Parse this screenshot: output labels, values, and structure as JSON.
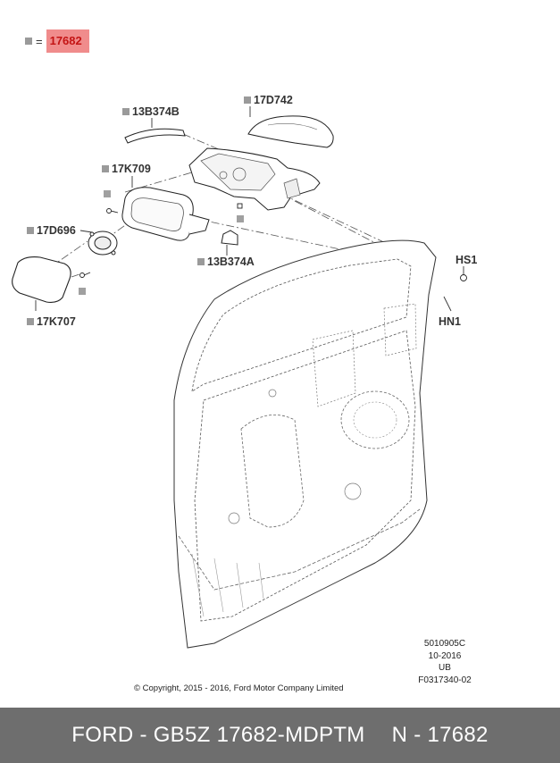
{
  "legend": {
    "equals": "=",
    "highlighted_part": "17682"
  },
  "callouts": {
    "c_13B374B": "13B374B",
    "c_17D742": "17D742",
    "c_17K709": "17K709",
    "c_17D696": "17D696",
    "c_13B374A": "13B374A",
    "c_17K707": "17K707",
    "c_HS1": "HS1",
    "c_HN1": "HN1"
  },
  "drawing_code": {
    "line1": "5010905C",
    "line2": "10-2016",
    "line3": "UB",
    "line4": "F0317340-02"
  },
  "copyright": "© Copyright, 2015 - 2016, Ford Motor Company Limited",
  "footer": {
    "part_number": "FORD - GB5Z 17682-MDPTM",
    "reference": "N - 17682"
  }
}
